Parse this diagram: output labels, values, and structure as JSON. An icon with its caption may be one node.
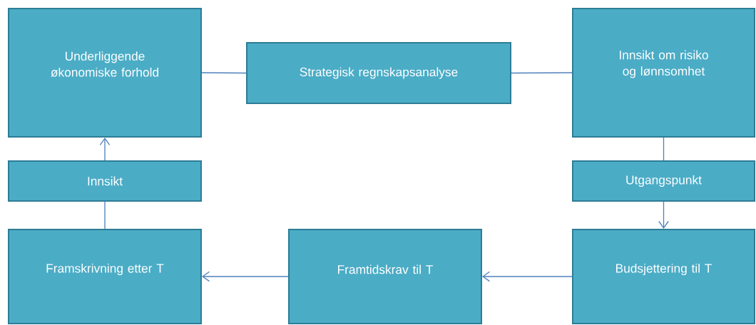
{
  "diagram": {
    "nodes": [
      {
        "text": [
          "Underliggende økonomiske forhold"
        ]
      },
      {
        "text": [
          "Strategisk regnskapsanalyse"
        ]
      },
      {
        "text": [
          "Innsikt om risiko og lønnsomhet"
        ]
      },
      {
        "text": [
          "Innsikt"
        ]
      },
      {
        "text": [
          "Utgangspunkt"
        ]
      },
      {
        "text": [
          "Framskrivning etter T"
        ]
      },
      {
        "text": [
          "Framtidskrav til T"
        ]
      },
      {
        "text": [
          "Budsjettering til T"
        ]
      }
    ],
    "edges": [
      {
        "from": 0,
        "to": 1,
        "arrow": "none"
      },
      {
        "from": 1,
        "to": 2,
        "arrow": "none"
      },
      {
        "from": 2,
        "to": 4,
        "arrow": "none"
      },
      {
        "from": 4,
        "to": 7,
        "arrow": "to"
      },
      {
        "from": 7,
        "to": 6,
        "arrow": "to"
      },
      {
        "from": 6,
        "to": 5,
        "arrow": "to"
      },
      {
        "from": 5,
        "to": 3,
        "arrow": "none"
      },
      {
        "from": 3,
        "to": 0,
        "arrow": "to"
      }
    ]
  }
}
